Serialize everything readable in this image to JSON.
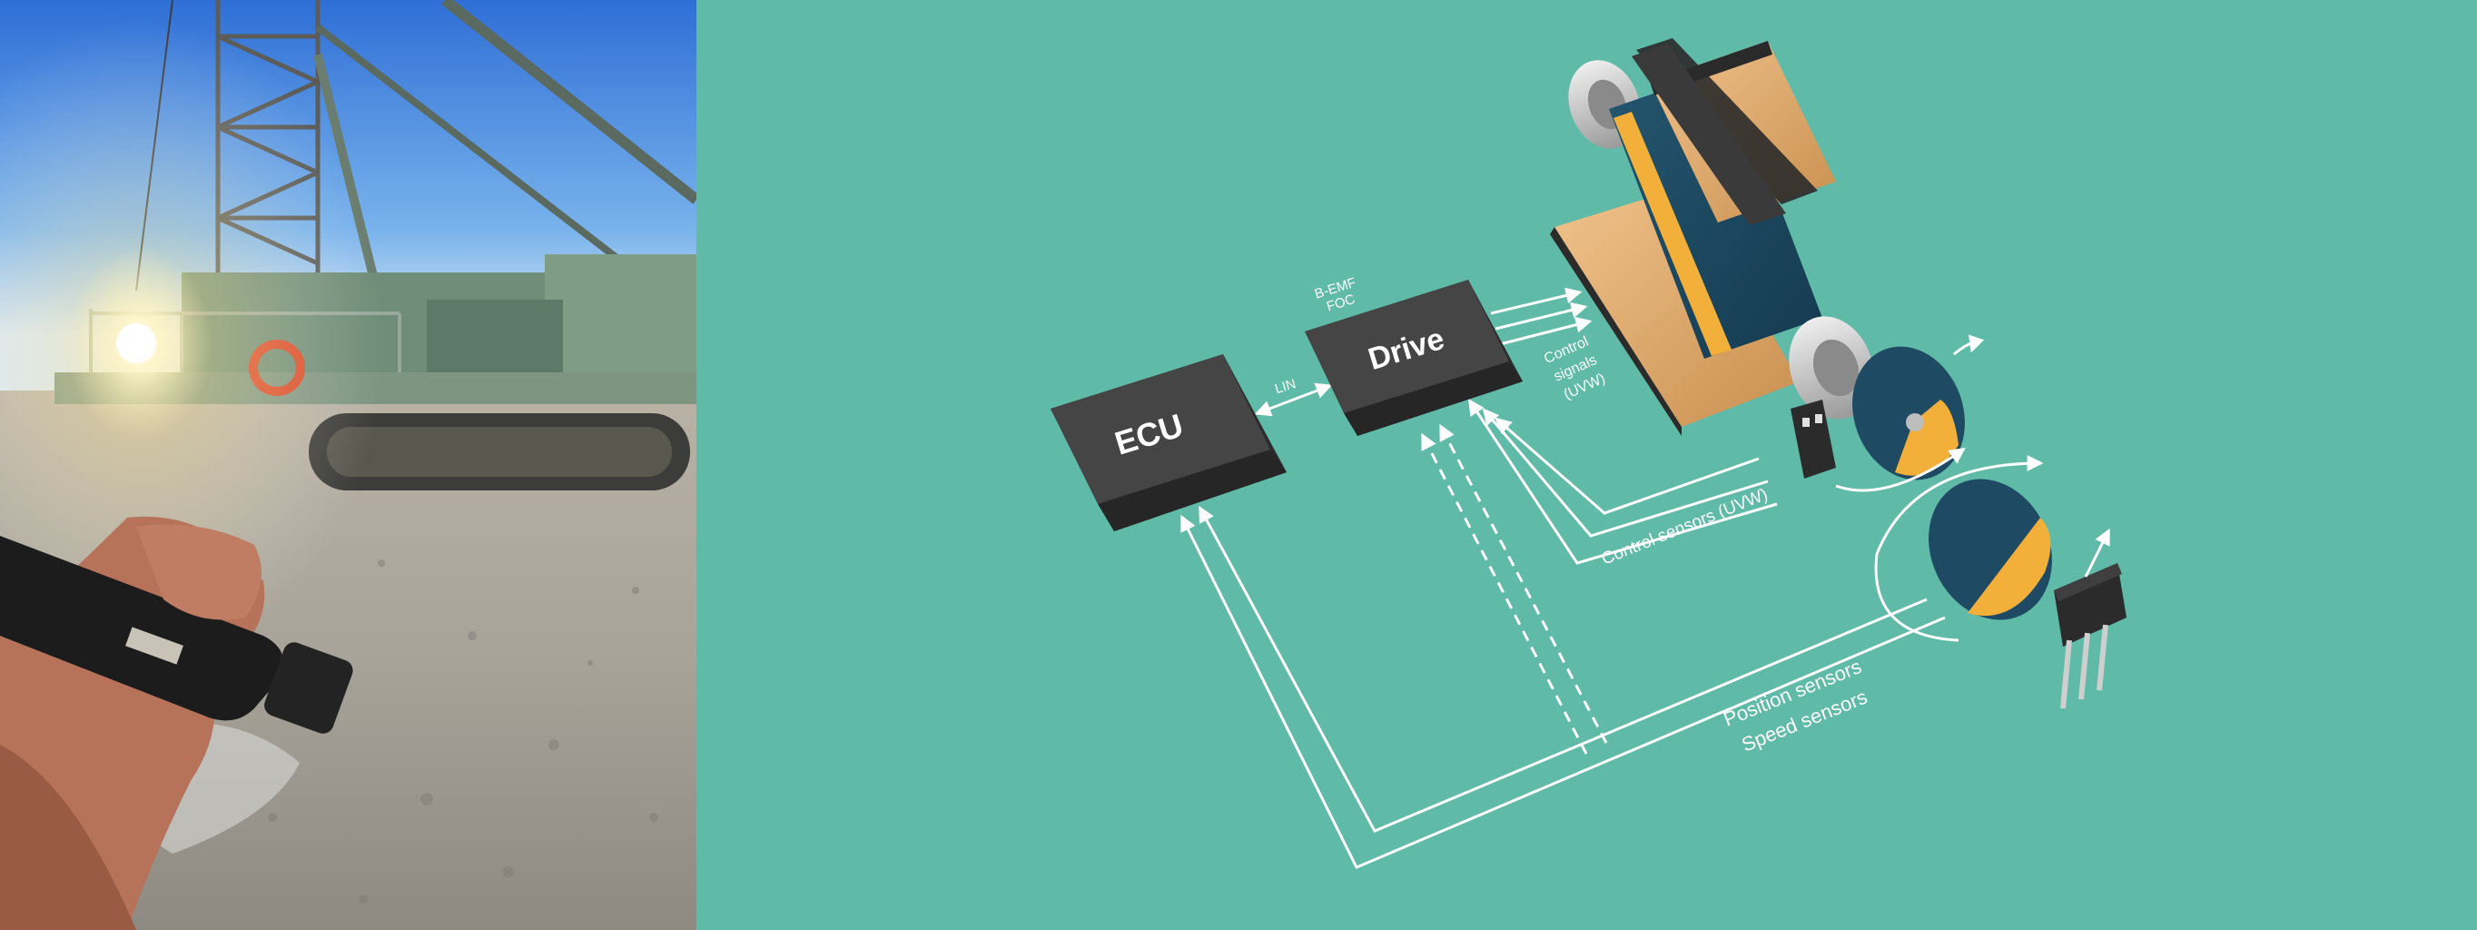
{
  "photo": {
    "scene": "drilling-rig-at-sunset-with-flashlight-in-hand"
  },
  "diagram": {
    "background_color": "#5fbba7",
    "chip_color": "#3f3f3f",
    "line_color": "#ffffff",
    "motor_colors": {
      "body": "#1f4a63",
      "accent": "#f2b03a",
      "copper": "#e0aa6c",
      "dark": "#2b2b2b",
      "steel": "#c9c9c9"
    },
    "ecu": {
      "label": "ECU"
    },
    "drive": {
      "label": "Drive",
      "annotation_line1": "B-EMF",
      "annotation_line2": "FOC"
    },
    "lin": {
      "label": "LIN"
    },
    "control_signals": {
      "line1": "Control",
      "line2": "signals",
      "line3": "(UVW)"
    },
    "control_sensors": {
      "label": "Control sensors (UVW)"
    },
    "position_sensors": {
      "label": "Position sensors"
    },
    "speed_sensors": {
      "label": "Speed sensors"
    }
  }
}
